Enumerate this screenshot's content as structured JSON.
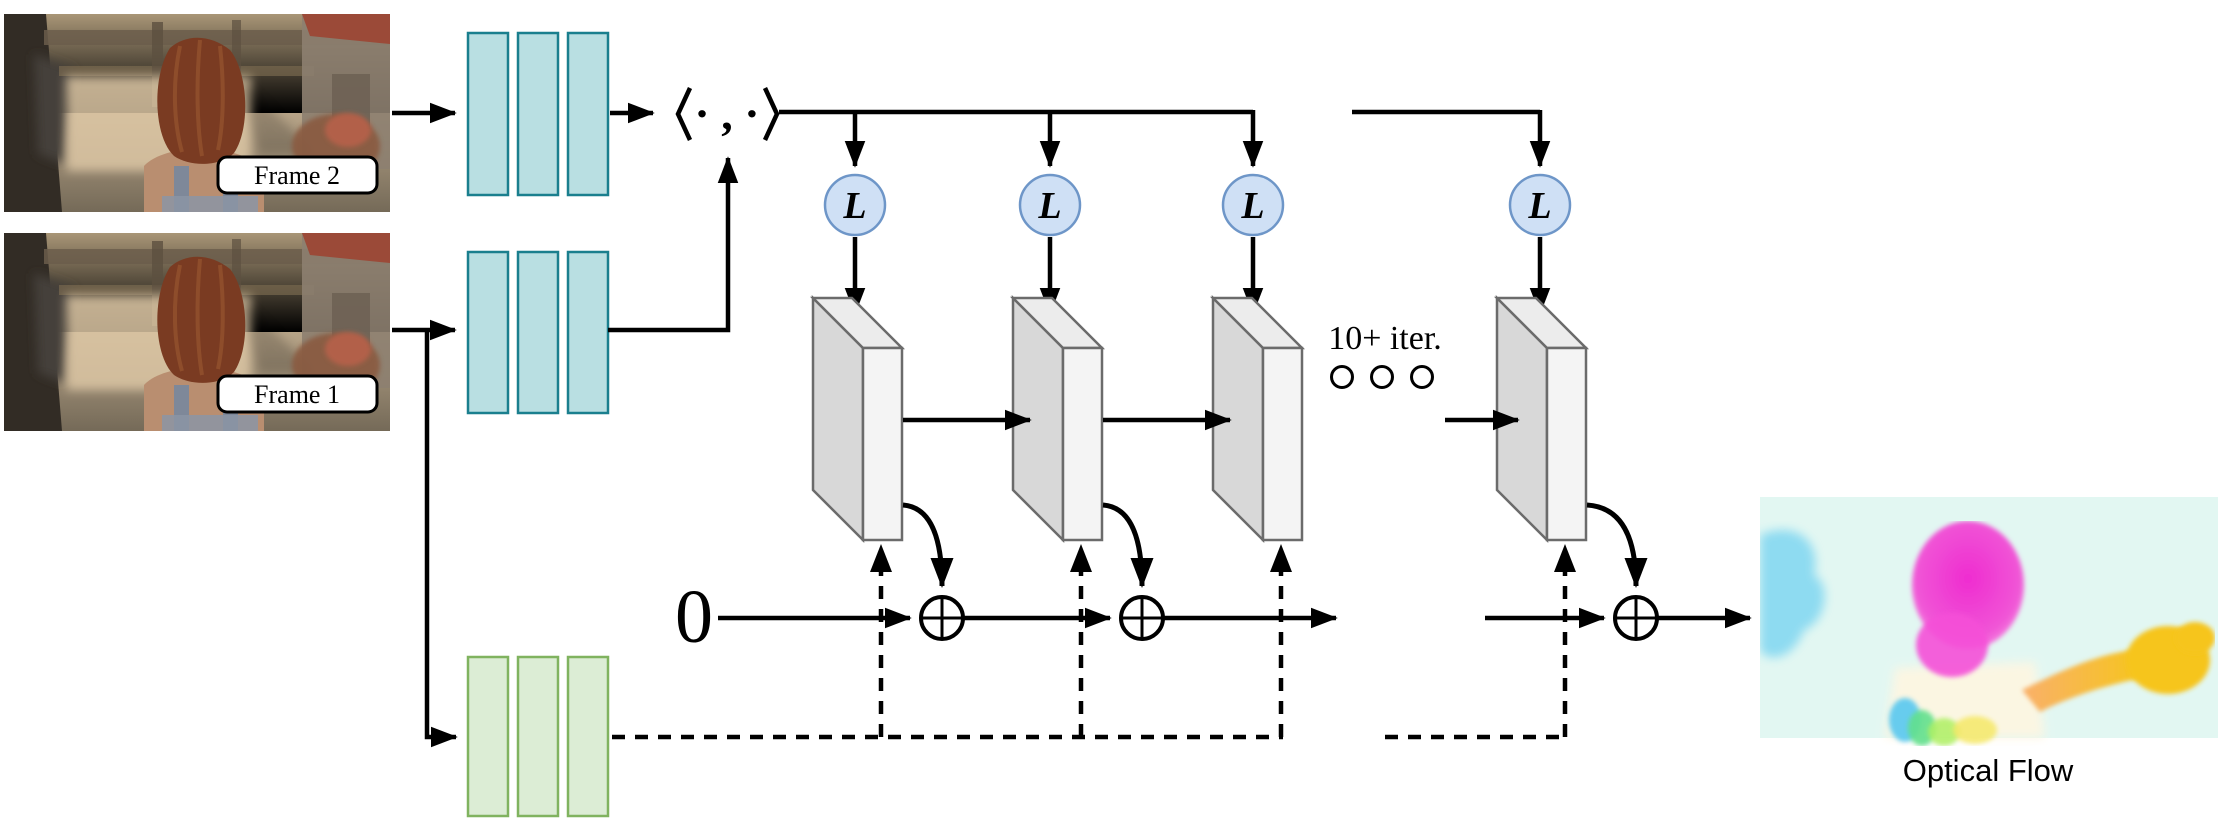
{
  "figure": {
    "inputs": [
      {
        "label": "Frame 2"
      },
      {
        "label": "Frame 1"
      }
    ],
    "correlation_operator": {
      "symbol": "⟨ · , · ⟩",
      "core": "· , ·"
    },
    "lookup_operator": "L",
    "initial_flow": "0",
    "iteration_label": "10+ iter.",
    "ellipsis_dot_count": 3,
    "add_operator": "⊕",
    "output_label": "Optical Flow"
  },
  "colors": {
    "feature_encoder_fill": "#b9dfe2",
    "feature_encoder_stroke": "#1a7f8e",
    "context_encoder_fill": "#dcedd5",
    "context_encoder_stroke": "#80b35f",
    "lookup_fill": "#cfe0f5",
    "lookup_stroke": "#6e96c8",
    "block_front": "#f4f4f4",
    "block_side": "#d8d8d8",
    "block_top": "#ececec",
    "block_stroke": "#6b6b6b",
    "line": "#000000",
    "flow_bg": "#e2f7f2"
  }
}
